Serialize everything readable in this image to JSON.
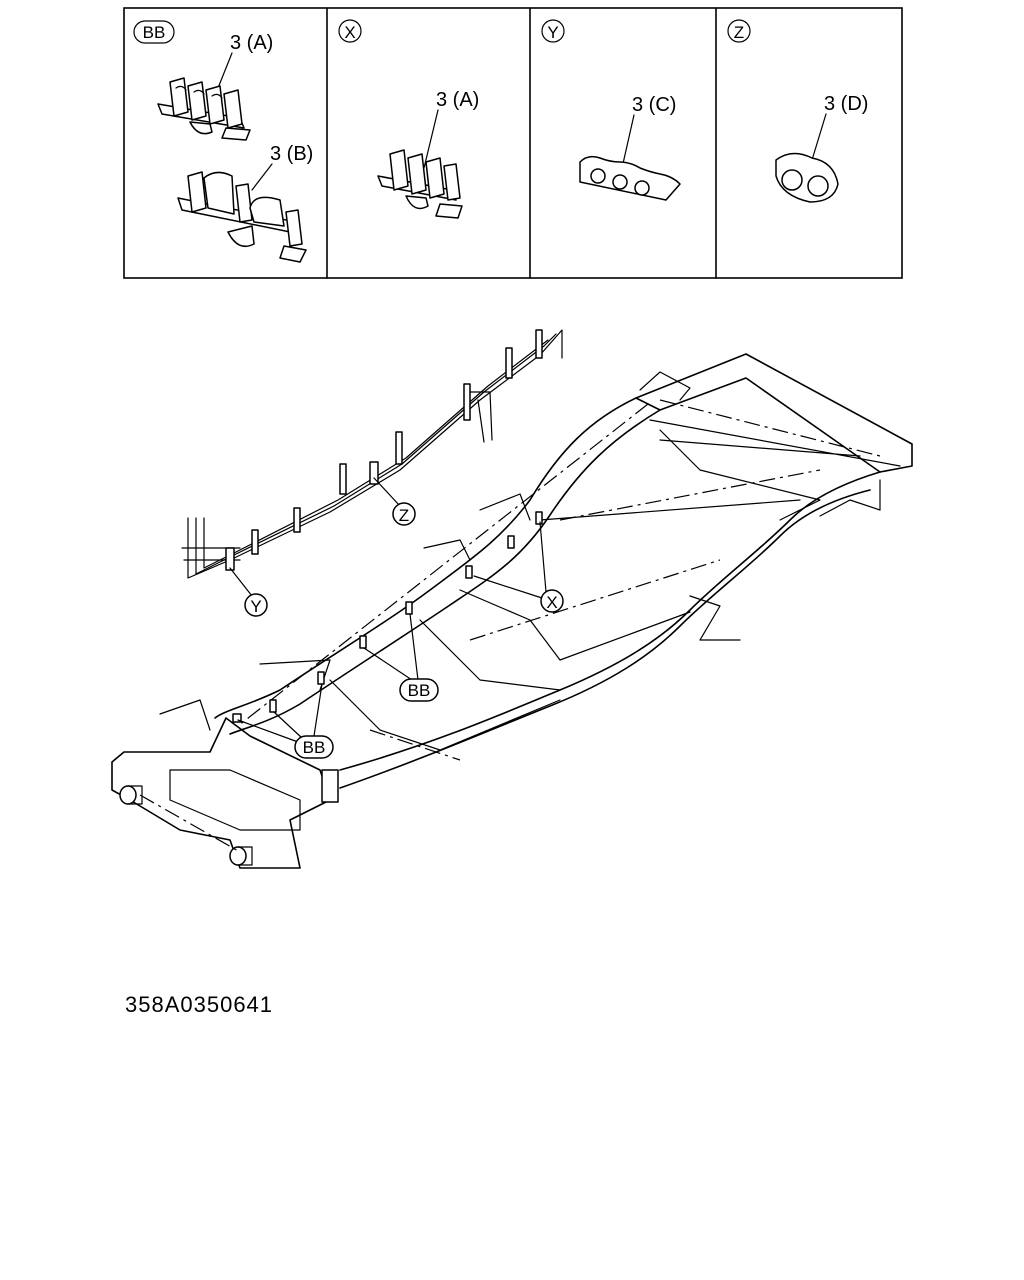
{
  "panels": [
    {
      "badge": "BB",
      "callouts": [
        "3 (A)",
        "3 (B)"
      ]
    },
    {
      "badge": "X",
      "callouts": [
        "3 (A)"
      ]
    },
    {
      "badge": "Y",
      "callouts": [
        "3 (C)"
      ]
    },
    {
      "badge": "Z",
      "callouts": [
        "3 (D)"
      ]
    }
  ],
  "main_labels": {
    "z": "Z",
    "y": "Y",
    "x": "X",
    "bb_upper": "BB",
    "bb_lower": "BB"
  },
  "figure_code": "358A0350641"
}
